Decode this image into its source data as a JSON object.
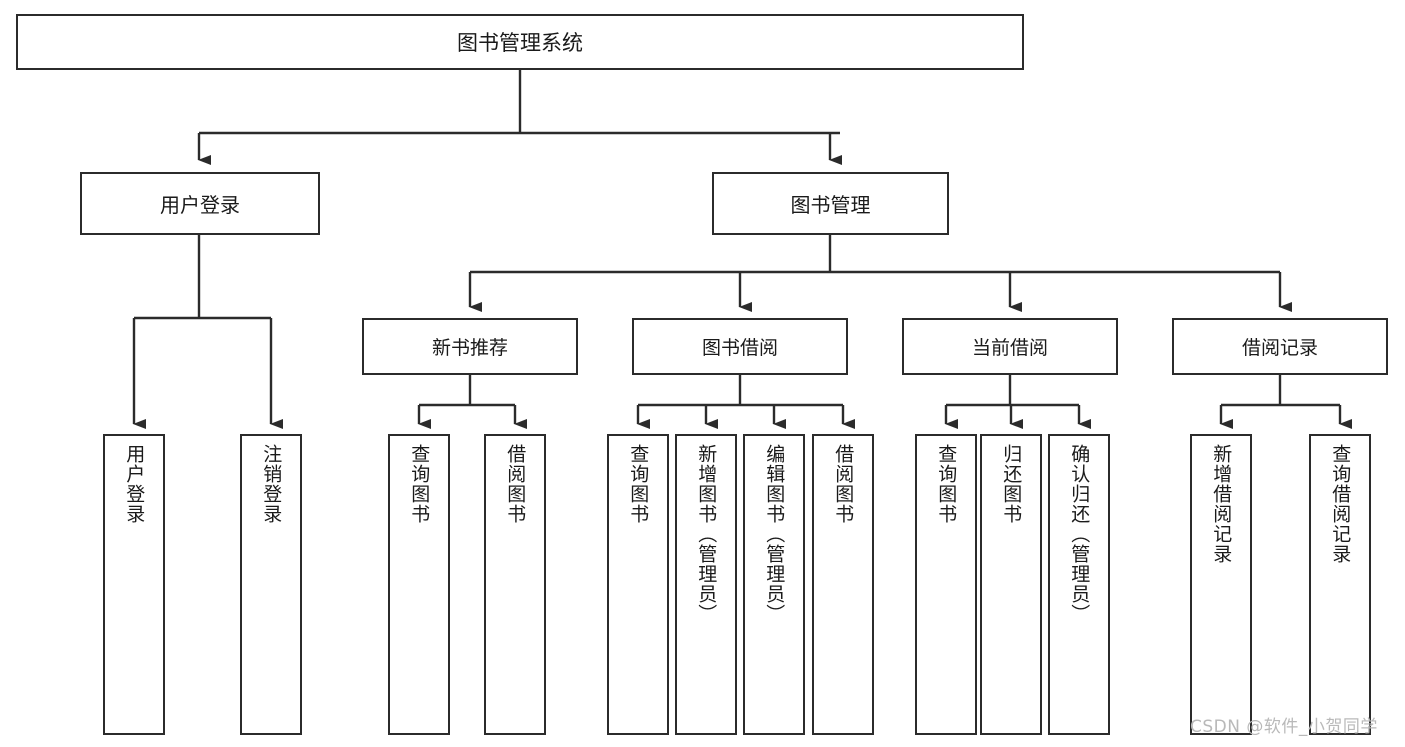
{
  "diagram": {
    "title": "图书管理系统",
    "type": "tree",
    "colors": {
      "stroke": "#2b2b2b",
      "fill": "#ffffff",
      "text": "#1a1a1a",
      "watermark": "#b9b9b9"
    },
    "root": {
      "label": "图书管理系统"
    },
    "level1": [
      {
        "id": "user-login",
        "label": "用户登录"
      },
      {
        "id": "book-manage",
        "label": "图书管理"
      }
    ],
    "level2": [
      {
        "id": "new-book-rec",
        "label": "新书推荐"
      },
      {
        "id": "book-borrow",
        "label": "图书借阅"
      },
      {
        "id": "current-borrow",
        "label": "当前借阅"
      },
      {
        "id": "borrow-record",
        "label": "借阅记录"
      }
    ],
    "leaves": [
      {
        "id": "leaf-user-login",
        "parent": "user-login",
        "label": "用户登录"
      },
      {
        "id": "leaf-logout",
        "parent": "user-login",
        "label": "注销登录"
      },
      {
        "id": "leaf-query-book-1",
        "parent": "new-book-rec",
        "label": "查询图书"
      },
      {
        "id": "leaf-borrow-book-1",
        "parent": "new-book-rec",
        "label": "借阅图书"
      },
      {
        "id": "leaf-query-book-2",
        "parent": "book-borrow",
        "label": "查询图书"
      },
      {
        "id": "leaf-add-book",
        "parent": "book-borrow",
        "label": "新增图书（管理员）"
      },
      {
        "id": "leaf-edit-book",
        "parent": "book-borrow",
        "label": "编辑图书（管理员）"
      },
      {
        "id": "leaf-borrow-book-2",
        "parent": "book-borrow",
        "label": "借阅图书"
      },
      {
        "id": "leaf-query-book-3",
        "parent": "current-borrow",
        "label": "查询图书"
      },
      {
        "id": "leaf-return-book",
        "parent": "current-borrow",
        "label": "归还图书"
      },
      {
        "id": "leaf-confirm-return",
        "parent": "current-borrow",
        "label": "确认归还（管理员）"
      },
      {
        "id": "leaf-add-record",
        "parent": "borrow-record",
        "label": "新增借阅记录"
      },
      {
        "id": "leaf-query-record",
        "parent": "borrow-record",
        "label": "查询借阅记录"
      }
    ]
  },
  "watermark": {
    "text": "CSDN @软件_小贺同学"
  }
}
